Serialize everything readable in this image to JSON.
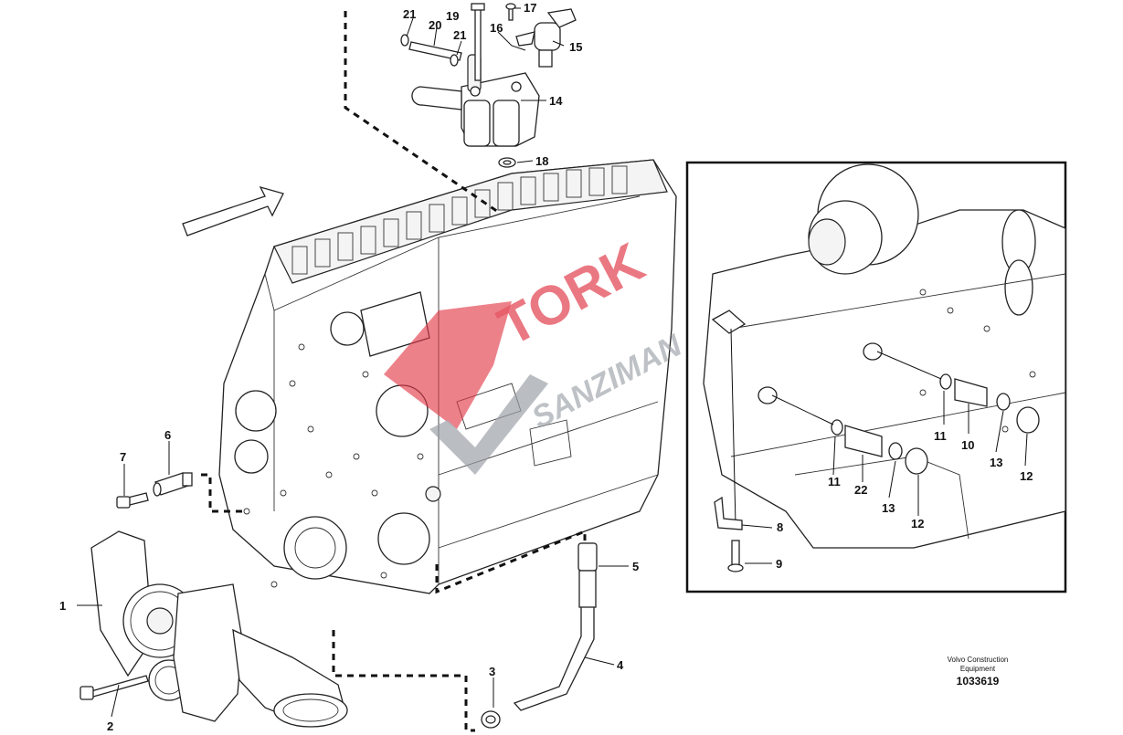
{
  "diagram": {
    "callouts": {
      "c1": "1",
      "c2": "2",
      "c3": "3",
      "c4": "4",
      "c5": "5",
      "c6": "6",
      "c7": "7",
      "c8": "8",
      "c9": "9",
      "c10": "10",
      "c11a": "11",
      "c11b": "11",
      "c12a": "12",
      "c12b": "12",
      "c13a": "13",
      "c13b": "13",
      "c14": "14",
      "c15": "15",
      "c16": "16",
      "c17": "17",
      "c18": "18",
      "c19": "19",
      "c20": "20",
      "c21a": "21",
      "c21b": "21",
      "c22": "22"
    },
    "credit_line1": "Volvo Construction",
    "credit_line2": "Equipment",
    "figure_number": "1033619",
    "watermark": {
      "brand": "TORK",
      "sub": "SANZIMAN"
    },
    "colors": {
      "line": "#222222",
      "watermark_red": "#e23a48",
      "watermark_gray": "#9aa0a6"
    }
  }
}
